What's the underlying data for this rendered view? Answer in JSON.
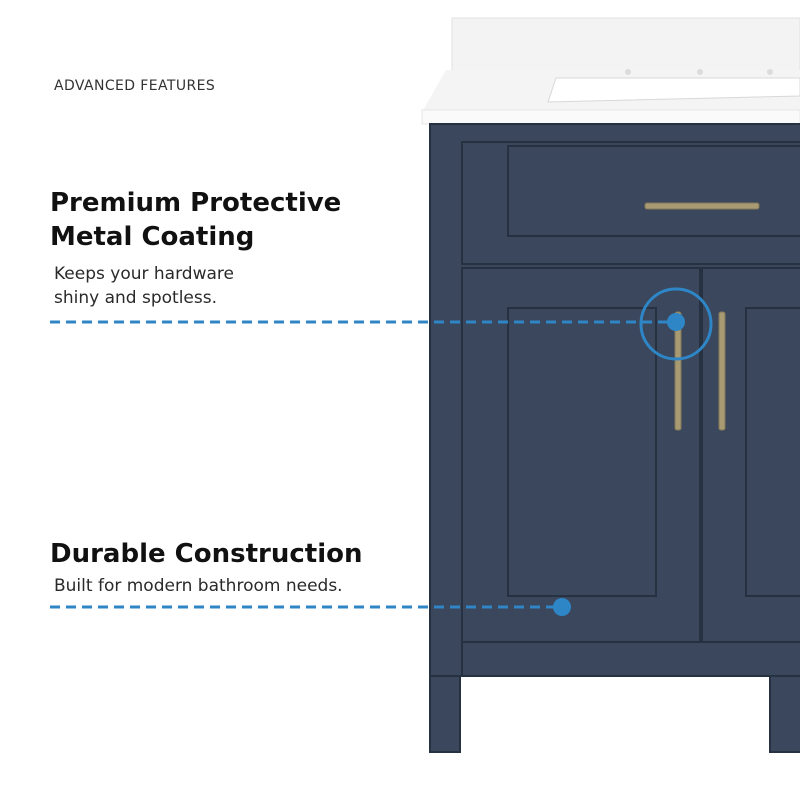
{
  "eyebrow": "ADVANCED FEATURES",
  "features": [
    {
      "title_lines": [
        "Premium Protective",
        "Metal Coating"
      ],
      "desc_lines": [
        "Keeps your hardware",
        "shiny and spotless."
      ]
    },
    {
      "title_lines": [
        "Durable Construction"
      ],
      "desc_lines": [
        "Built for modern bathroom needs."
      ]
    }
  ],
  "colors": {
    "cabinet": "#3a475c",
    "cabinet_shadow": "#2c3749",
    "countertop": "#f2f2f2",
    "hardware": "#a89a73",
    "callout": "#2f86c6"
  }
}
